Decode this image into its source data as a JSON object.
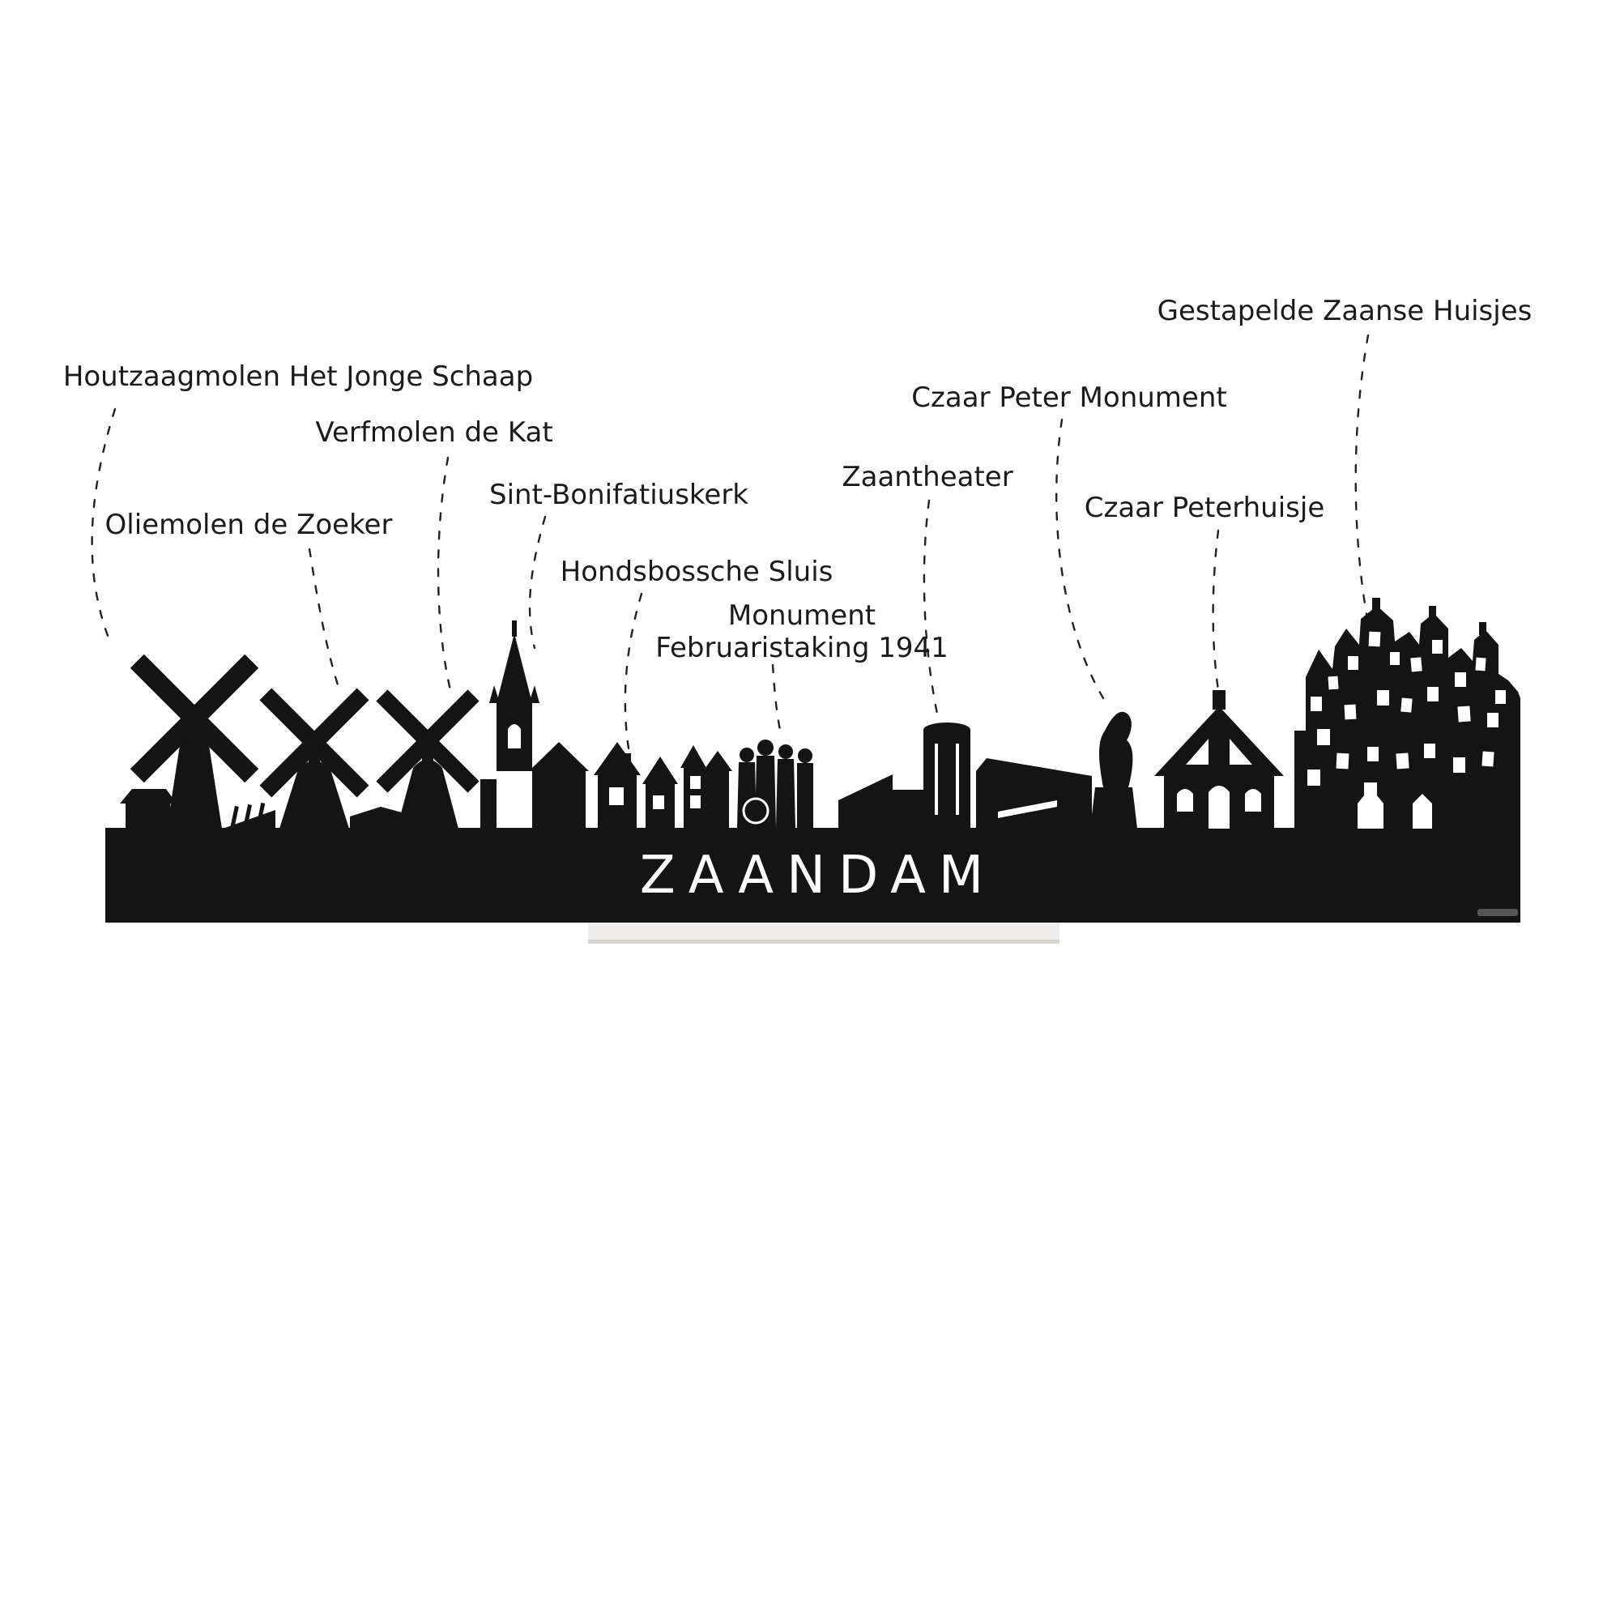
{
  "page": {
    "background_color": "#ffffff",
    "label_text_color": "#1b1b1b",
    "leader_line_color": "#222222"
  },
  "skyline": {
    "city_label": "ZAANDAM",
    "silhouette_color": "#141414",
    "stand_color": "#efedeb"
  },
  "annotations": {
    "houtzaagmolen": "Houtzaagmolen Het Jonge Schaap",
    "verfmolen": "Verfmolen de Kat",
    "oliemolen": "Oliemolen de Zoeker",
    "bonifatiuskerk": "Sint-Bonifatiuskerk",
    "hondsbossche": "Hondsbossche Sluis",
    "monument_line1": "Monument",
    "monument_line2": "Februaristaking 1941",
    "zaantheater": "Zaantheater",
    "czaar_peter_monument": "Czaar Peter Monument",
    "czaar_peterhuisje": "Czaar Peterhuisje",
    "gestapelde": "Gestapelde Zaanse Huisjes"
  }
}
